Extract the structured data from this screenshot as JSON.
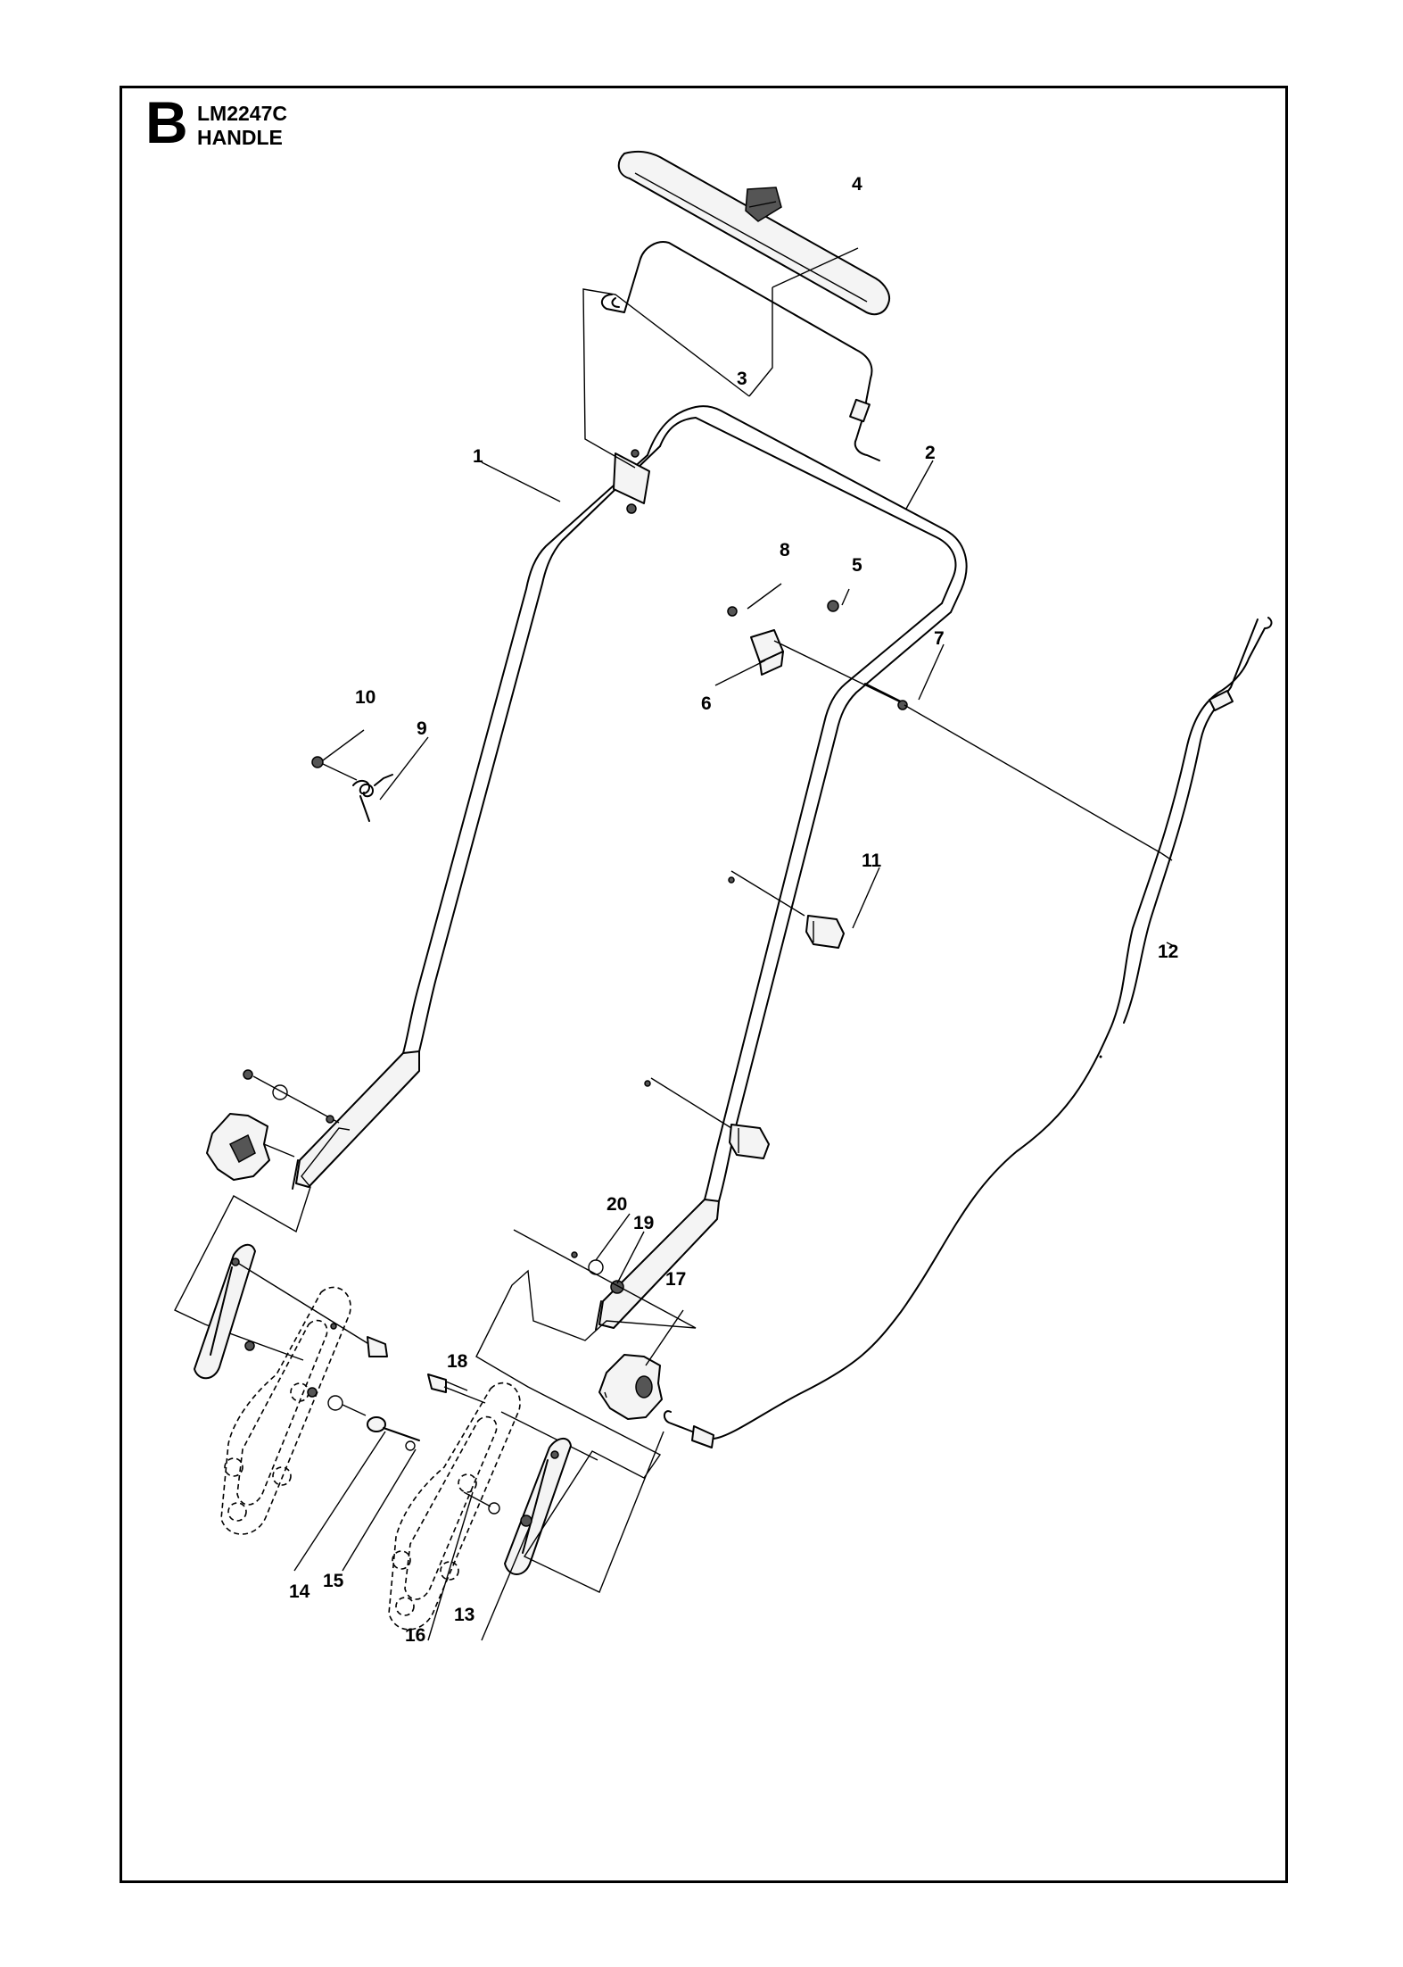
{
  "header": {
    "section_letter": "B",
    "model": "LM2247C",
    "title": "HANDLE"
  },
  "callouts": [
    {
      "id": "1",
      "label": "1"
    },
    {
      "id": "2",
      "label": "2"
    },
    {
      "id": "3",
      "label": "3"
    },
    {
      "id": "4",
      "label": "4"
    },
    {
      "id": "5",
      "label": "5"
    },
    {
      "id": "6",
      "label": "6"
    },
    {
      "id": "7",
      "label": "7"
    },
    {
      "id": "8",
      "label": "8"
    },
    {
      "id": "9",
      "label": "9"
    },
    {
      "id": "10",
      "label": "10"
    },
    {
      "id": "11",
      "label": "11"
    },
    {
      "id": "12",
      "label": "12"
    },
    {
      "id": "13",
      "label": "13"
    },
    {
      "id": "14",
      "label": "14"
    },
    {
      "id": "15",
      "label": "15"
    },
    {
      "id": "16",
      "label": "16"
    },
    {
      "id": "17",
      "label": "17"
    },
    {
      "id": "18",
      "label": "18"
    },
    {
      "id": "19",
      "label": "19"
    },
    {
      "id": "20",
      "label": "20"
    }
  ]
}
